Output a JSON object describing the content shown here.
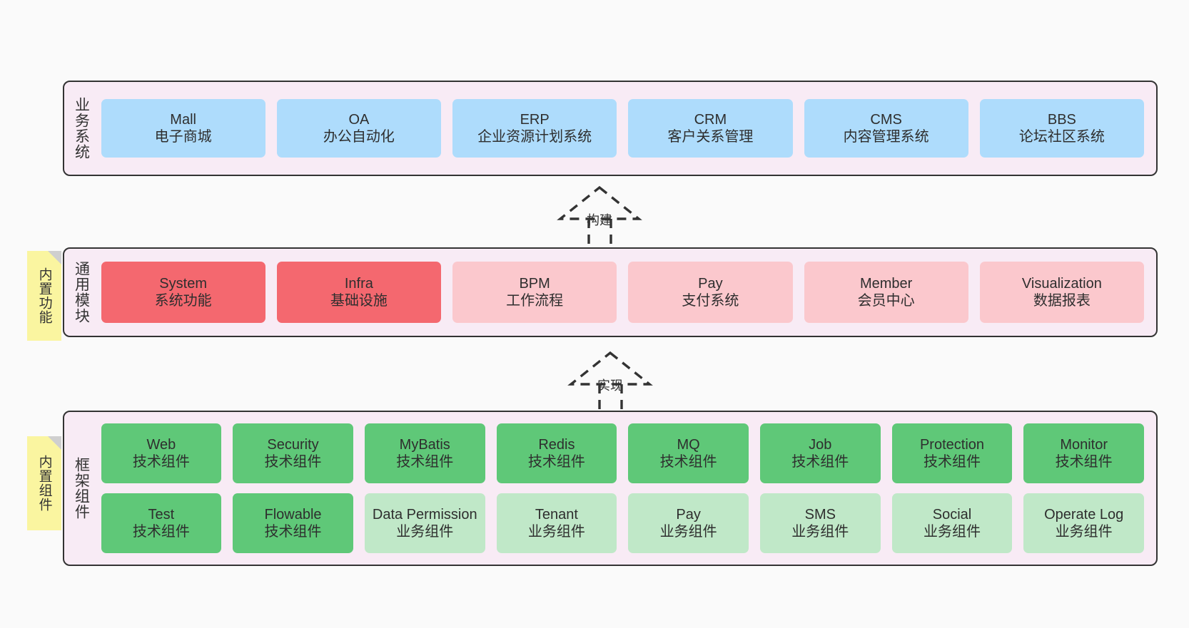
{
  "diagram": {
    "background_color": "#fafafa",
    "layer_fill": "#f8ebf5",
    "layer_border": "#333333"
  },
  "layers": [
    {
      "id": "business-system",
      "title": "业务系统",
      "card_color": "#aedcfc",
      "cards": [
        {
          "name": "Mall",
          "desc": "电子商城"
        },
        {
          "name": "OA",
          "desc": "办公自动化"
        },
        {
          "name": "ERP",
          "desc": "企业资源计划系统"
        },
        {
          "name": "CRM",
          "desc": "客户关系管理"
        },
        {
          "name": "CMS",
          "desc": "内容管理系统"
        },
        {
          "name": "BBS",
          "desc": "论坛社区系统"
        }
      ]
    },
    {
      "id": "common-module",
      "title": "通用模块",
      "sticky": "内置功能",
      "card_color_strong": "#f4686f",
      "card_color_soft": "#fbc8cd",
      "cards": [
        {
          "name": "System",
          "desc": "系统功能",
          "variant": "strong"
        },
        {
          "name": "Infra",
          "desc": "基础设施",
          "variant": "strong"
        },
        {
          "name": "BPM",
          "desc": "工作流程",
          "variant": "soft"
        },
        {
          "name": "Pay",
          "desc": "支付系统",
          "variant": "soft"
        },
        {
          "name": "Member",
          "desc": "会员中心",
          "variant": "soft"
        },
        {
          "name": "Visualization",
          "desc": "数据报表",
          "variant": "soft"
        }
      ]
    },
    {
      "id": "framework-component",
      "title": "框架组件",
      "sticky": "内置组件",
      "card_color_tech": "#5fc878",
      "card_color_biz": "#c0e8c8",
      "rows": [
        [
          {
            "name": "Web",
            "desc": "技术组件",
            "variant": "tech"
          },
          {
            "name": "Security",
            "desc": "技术组件",
            "variant": "tech"
          },
          {
            "name": "MyBatis",
            "desc": "技术组件",
            "variant": "tech"
          },
          {
            "name": "Redis",
            "desc": "技术组件",
            "variant": "tech"
          },
          {
            "name": "MQ",
            "desc": "技术组件",
            "variant": "tech"
          },
          {
            "name": "Job",
            "desc": "技术组件",
            "variant": "tech"
          },
          {
            "name": "Protection",
            "desc": "技术组件",
            "variant": "tech"
          },
          {
            "name": "Monitor",
            "desc": "技术组件",
            "variant": "tech"
          }
        ],
        [
          {
            "name": "Test",
            "desc": "技术组件",
            "variant": "tech"
          },
          {
            "name": "Flowable",
            "desc": "技术组件",
            "variant": "tech"
          },
          {
            "name": "Data Permission",
            "desc": "业务组件",
            "variant": "biz"
          },
          {
            "name": "Tenant",
            "desc": "业务组件",
            "variant": "biz"
          },
          {
            "name": "Pay",
            "desc": "业务组件",
            "variant": "biz"
          },
          {
            "name": "SMS",
            "desc": "业务组件",
            "variant": "biz"
          },
          {
            "name": "Social",
            "desc": "业务组件",
            "variant": "biz"
          },
          {
            "name": "Operate Log",
            "desc": "业务组件",
            "variant": "biz"
          }
        ]
      ]
    }
  ],
  "connectors": [
    {
      "id": "build",
      "label": "构建"
    },
    {
      "id": "implement",
      "label": "实现"
    }
  ]
}
